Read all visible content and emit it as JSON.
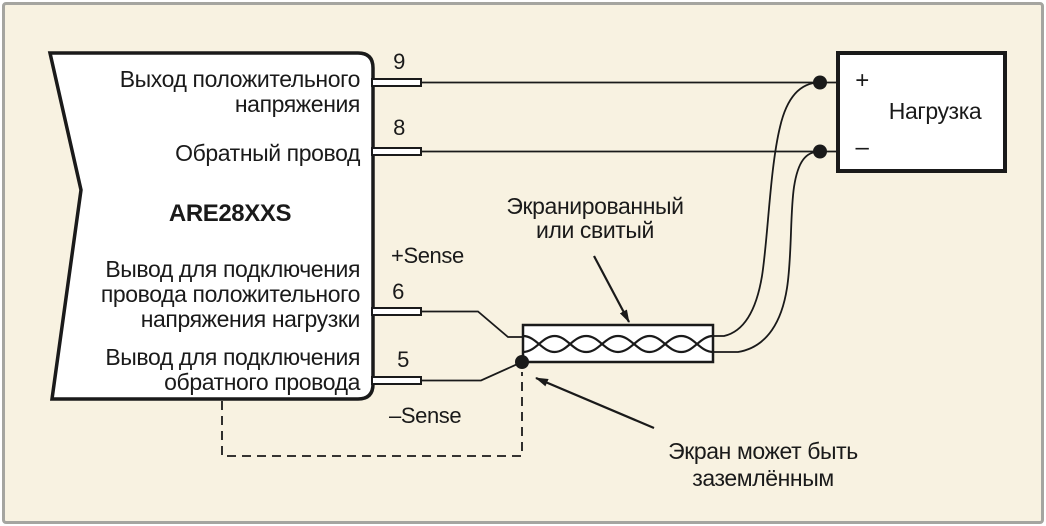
{
  "colors": {
    "background": "#f8f2e1",
    "line": "#1a1a1a",
    "shape_fill": "#ffffff",
    "frame_border": "#a5a5a0"
  },
  "module": {
    "name": "ARE28XXS",
    "labels": {
      "positive_output": "Выход положительного\nнапряжения",
      "return_wire": "Обратный провод",
      "positive_sense": "Вывод для подключения\nпровода положительного\nнапряжения нагрузки",
      "return_sense": "Вывод для подключения\nобратного провода"
    },
    "pins": {
      "pin9": "9",
      "pin8": "8",
      "pin6": "6",
      "pin5": "5",
      "plus_sense": "+Sense",
      "minus_sense": "–Sense"
    }
  },
  "load": {
    "title": "Нагрузка",
    "plus": "+",
    "minus": "–"
  },
  "notes": {
    "cable": "Экранированный\nили свитый",
    "ground": "Экран может быть\nзаземлённым"
  }
}
